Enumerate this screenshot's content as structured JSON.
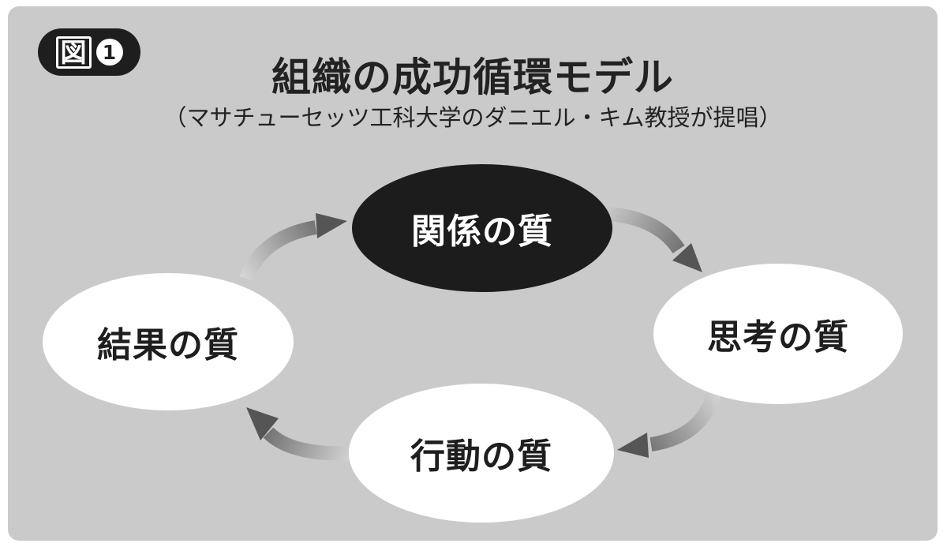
{
  "badge": {
    "label": "図",
    "number": "1"
  },
  "title": "組織の成功循環モデル",
  "subtitle": "（マサチューセッツ工科大学のダニエル・キム教授が提唱）",
  "nodes": {
    "top": "関係の質",
    "right": "思考の質",
    "bottom": "行動の質",
    "left": "結果の質"
  },
  "colors": {
    "background": "#cacaca",
    "dark_node": "#1c1c1c",
    "light_node": "#ffffff",
    "arrow": "#555555"
  }
}
